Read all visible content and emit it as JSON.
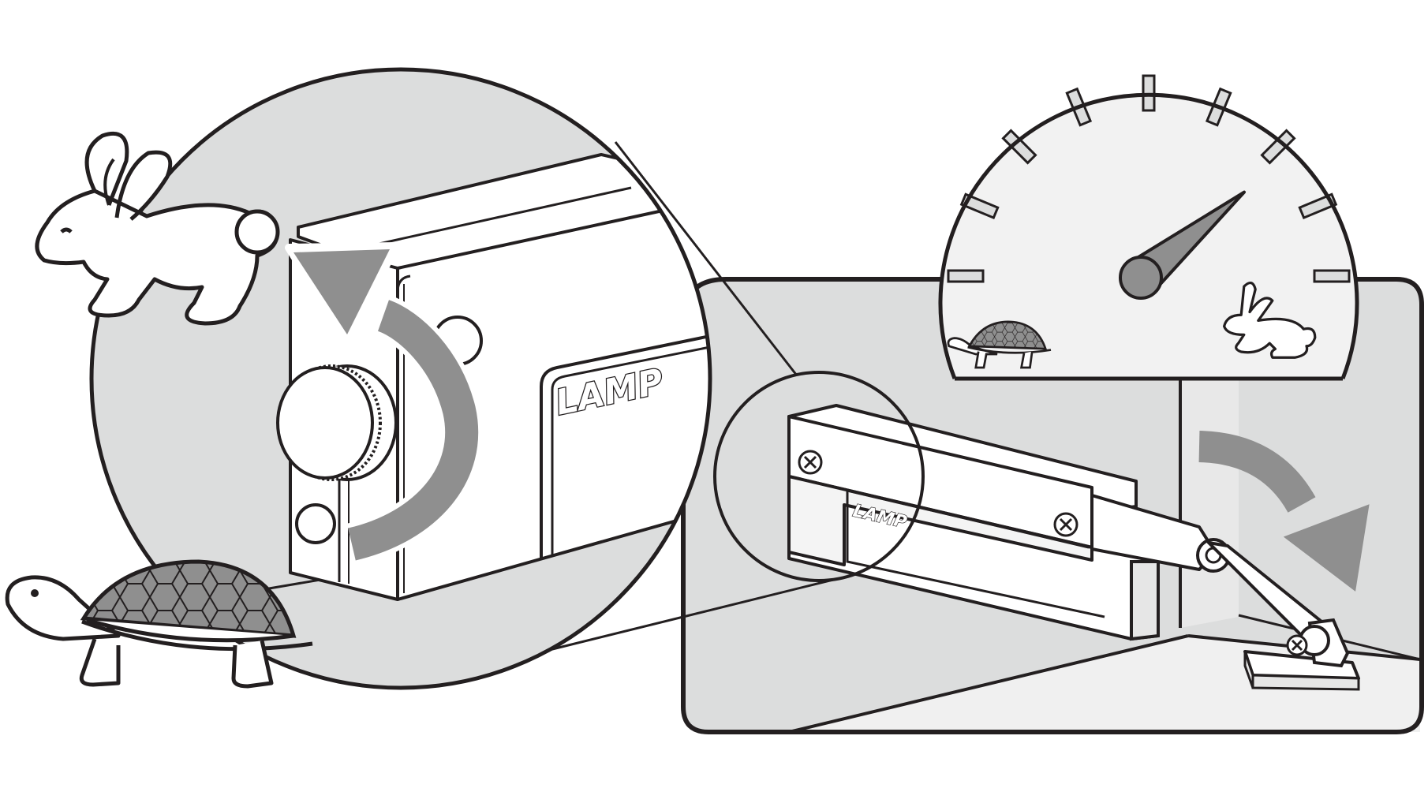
{
  "diagram": {
    "brand_label": "LAMP",
    "colors": {
      "outline": "#231f20",
      "light_gray": "#dcdddd",
      "mid_gray": "#8f8f8f",
      "gauge_face": "#f2f2f2",
      "white": "#ffffff"
    },
    "gauge": {
      "needle_level": 0.78,
      "tick_count": 9,
      "slow_icon": "tortoise-icon",
      "fast_icon": "rabbit-icon"
    },
    "side_icons": {
      "fast": "rabbit-icon",
      "slow": "tortoise-icon"
    },
    "arrows": {
      "adjust": "counterclockwise-arrow-icon",
      "motion": "swing-arrow-icon"
    }
  }
}
